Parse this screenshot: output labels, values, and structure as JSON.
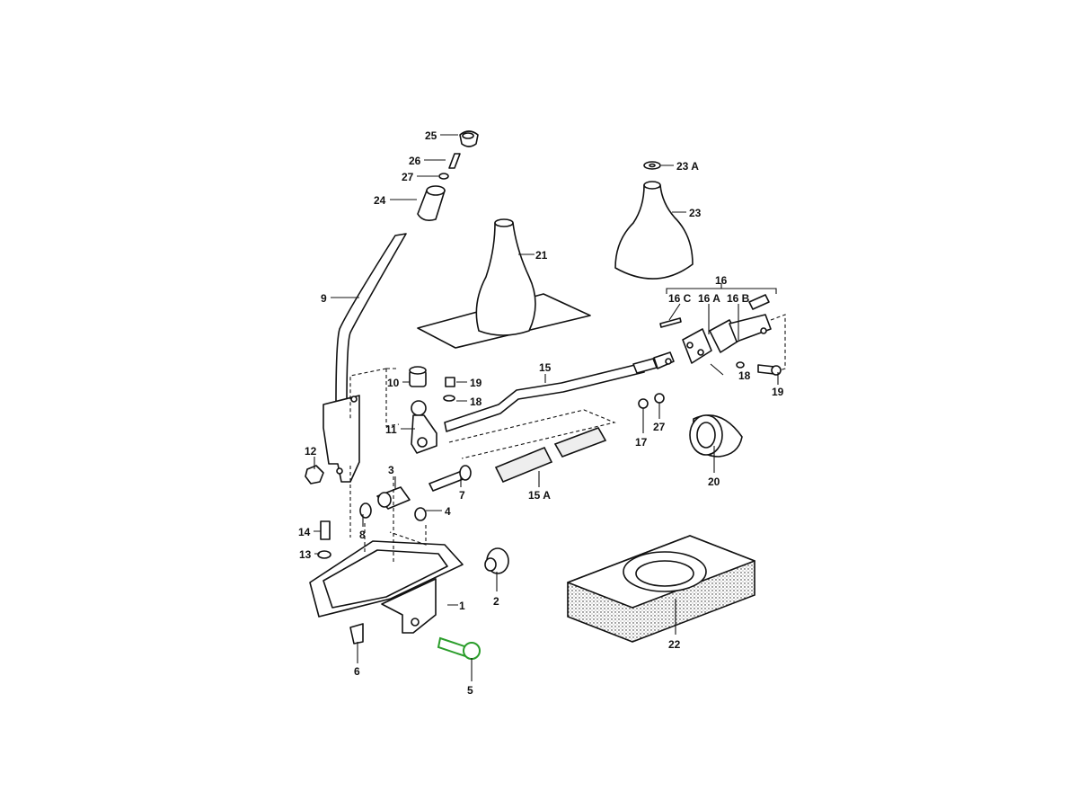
{
  "diagram": {
    "highlight_color": "#2a9d2a",
    "parts": [
      {
        "id": "p25",
        "label": "25"
      },
      {
        "id": "p26",
        "label": "26"
      },
      {
        "id": "p27a",
        "label": "27"
      },
      {
        "id": "p24",
        "label": "24"
      },
      {
        "id": "p23a",
        "label": "23 A"
      },
      {
        "id": "p23",
        "label": "23"
      },
      {
        "id": "p21",
        "label": "21"
      },
      {
        "id": "p9",
        "label": "9"
      },
      {
        "id": "p16",
        "label": "16"
      },
      {
        "id": "p16c",
        "label": "16 C"
      },
      {
        "id": "p16a",
        "label": "16 A"
      },
      {
        "id": "p16b",
        "label": "16 B"
      },
      {
        "id": "p15",
        "label": "15"
      },
      {
        "id": "p19a",
        "label": "19"
      },
      {
        "id": "p18a",
        "label": "18"
      },
      {
        "id": "p10",
        "label": "10"
      },
      {
        "id": "p11",
        "label": "11"
      },
      {
        "id": "p12",
        "label": "12"
      },
      {
        "id": "p19b",
        "label": "19"
      },
      {
        "id": "p18b",
        "label": "18"
      },
      {
        "id": "p17",
        "label": "17"
      },
      {
        "id": "p27b",
        "label": "27"
      },
      {
        "id": "p20",
        "label": "20"
      },
      {
        "id": "p3",
        "label": "3"
      },
      {
        "id": "p7",
        "label": "7"
      },
      {
        "id": "p15a",
        "label": "15 A"
      },
      {
        "id": "p8",
        "label": "8"
      },
      {
        "id": "p4",
        "label": "4"
      },
      {
        "id": "p14",
        "label": "14"
      },
      {
        "id": "p13",
        "label": "13"
      },
      {
        "id": "p2",
        "label": "2"
      },
      {
        "id": "p1",
        "label": "1"
      },
      {
        "id": "p22",
        "label": "22"
      },
      {
        "id": "p6",
        "label": "6"
      },
      {
        "id": "p5",
        "label": "5",
        "highlighted": true
      }
    ]
  }
}
